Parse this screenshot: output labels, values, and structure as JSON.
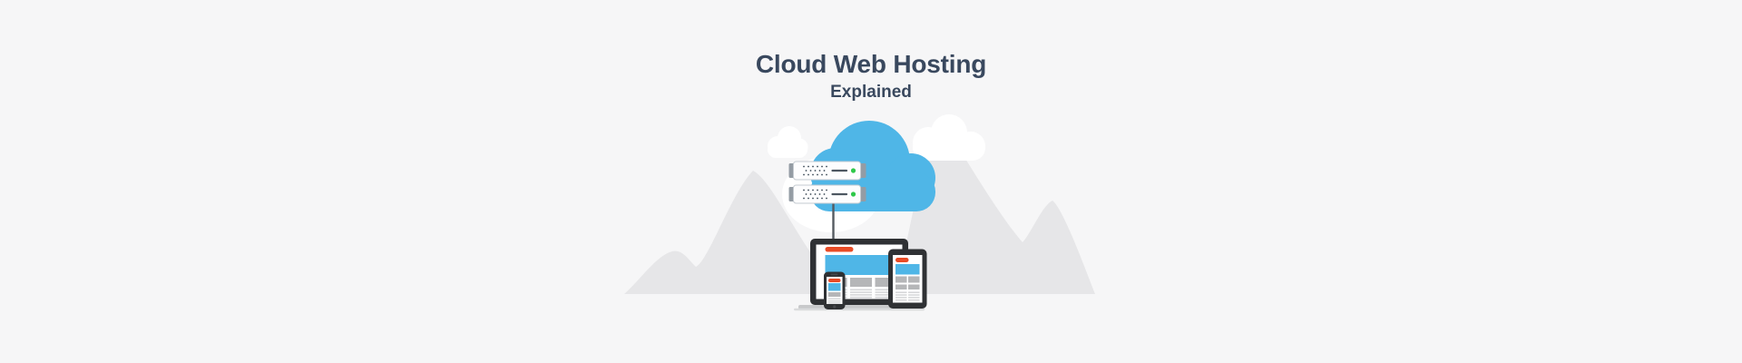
{
  "page": {
    "background": "#f6f6f7"
  },
  "header": {
    "title": "Cloud Web Hosting",
    "subtitle": "Explained",
    "title_color": "#39485e"
  },
  "illustration": {
    "icons": [
      "mountains-background",
      "cloud-small-icon",
      "cloud-white-icon",
      "cloud-blue-icon",
      "server-rack-icon",
      "connector-line",
      "laptop-icon",
      "tablet-icon",
      "smartphone-icon"
    ],
    "server_count": 2,
    "led_status": "on",
    "colors": {
      "cloud_blue": "#4fb6e7",
      "cloud_white": "#ffffff",
      "mountain_gray": "#e6e6e8",
      "server_body": "#fdfdfe",
      "server_border": "#c5cbd1",
      "server_bracket": "#949ca4",
      "server_dots": "#3d4a57",
      "server_dash": "#4d5761",
      "led_green": "#2fc84a",
      "connector": "#555b61",
      "device_bezel": "#2f3134",
      "device_detail": "#46484c",
      "screen_white": "#ffffff",
      "accent_orange": "#e84b26",
      "content_gray": "#b5b6b8",
      "content_line_gray": "#d5d6d8",
      "laptop_base": "#c8c9cb",
      "laptop_base_lip": "#dadbdd"
    }
  }
}
